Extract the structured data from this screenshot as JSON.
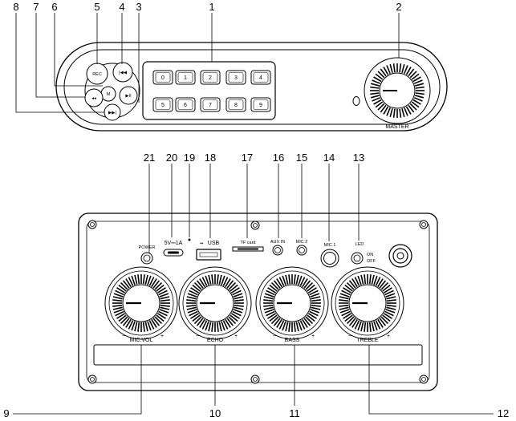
{
  "callouts": {
    "c1": "1",
    "c2": "2",
    "c3": "3",
    "c4": "4",
    "c5": "5",
    "c6": "6",
    "c7": "7",
    "c8": "8",
    "c9": "9",
    "c10": "10",
    "c11": "11",
    "c12": "12",
    "c13": "13",
    "c14": "14",
    "c15": "15",
    "c16": "16",
    "c17": "17",
    "c18": "18",
    "c19": "19",
    "c20": "20",
    "c21": "21"
  },
  "top_panel": {
    "rec": "REC",
    "m": "M",
    "master": "MASTER",
    "keys": [
      "0",
      "1",
      "2",
      "3",
      "4",
      "5",
      "6",
      "7",
      "8",
      "9"
    ]
  },
  "bottom_panel": {
    "power": "POWER",
    "dc": "5V⎓1A",
    "usb": "USB",
    "tf": "TF card",
    "aux": "AUX IN",
    "mic2": "MIC 2",
    "mic1": "MIC 1",
    "led": "LED",
    "led_on": "ON",
    "led_off": "OFF",
    "knobs": {
      "mic_vol": "MIC.VOL",
      "echo": "ECHO",
      "bass": "BASS",
      "treble": "TREBLE"
    },
    "minus": "−",
    "plus": "+"
  }
}
